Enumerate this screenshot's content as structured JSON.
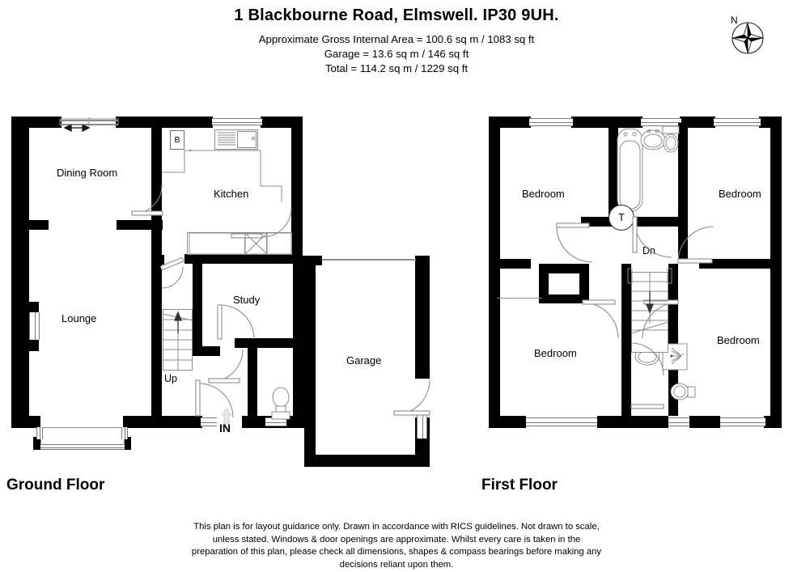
{
  "header": {
    "title": "1 Blackbourne Road, Elmswell. IP30 9UH.",
    "area_line_1": "Approximate Gross Internal Area = 100.6 sq m / 1083 sq ft",
    "area_line_2": "Garage = 13.6 sq m / 146 sq ft",
    "area_line_3": "Total = 114.2 sq m / 1229 sq ft"
  },
  "compass": {
    "north_label": "N",
    "icon": "compass-rose-icon"
  },
  "floors": [
    {
      "id": "ground",
      "caption": "Ground Floor",
      "rooms": [
        {
          "name": "Dining Room",
          "label": "Dining Room"
        },
        {
          "name": "Kitchen",
          "label": "Kitchen"
        },
        {
          "name": "Lounge",
          "label": "Lounge"
        },
        {
          "name": "Study",
          "label": "Study"
        },
        {
          "name": "Garage",
          "label": "Garage"
        }
      ],
      "annotations": [
        {
          "name": "stairs-direction",
          "label": "Up"
        },
        {
          "name": "entrance",
          "label": "IN"
        },
        {
          "name": "boiler-cupboard",
          "label": "B"
        }
      ]
    },
    {
      "id": "first",
      "caption": "First Floor",
      "rooms": [
        {
          "name": "Bedroom 1",
          "label": "Bedroom"
        },
        {
          "name": "Bedroom 2",
          "label": "Bedroom"
        },
        {
          "name": "Bedroom 3",
          "label": "Bedroom"
        },
        {
          "name": "Bedroom 4",
          "label": "Bedroom"
        }
      ],
      "annotations": [
        {
          "name": "stairs-direction",
          "label": "Dn"
        },
        {
          "name": "airing-cupboard",
          "label": "T"
        }
      ]
    }
  ],
  "labels": {
    "dining_room": "Dining Room",
    "kitchen": "Kitchen",
    "lounge": "Lounge",
    "study": "Study",
    "garage": "Garage",
    "up": "Up",
    "in": "IN",
    "boiler": "B",
    "tank": "T",
    "down": "Dn",
    "bedroom_1": "Bedroom",
    "bedroom_2": "Bedroom",
    "bedroom_3": "Bedroom",
    "bedroom_4": "Bedroom",
    "ground_floor": "Ground Floor",
    "first_floor": "First Floor"
  },
  "footer": {
    "line1": "This plan is for layout guidance only. Drawn in accordance with RICS guidelines. Not drawn to scale,",
    "line2": "unless stated. Windows & door openings are approximate. Whilst every care is taken in the",
    "line3": "preparation of this plan, please check all dimensions, shapes & compass bearings before making any",
    "line4": "decisions reliant upon them."
  },
  "colors": {
    "wall": "#000000",
    "fixture_outline": "#8c8c8c",
    "background": "#ffffff",
    "text": "#000000"
  }
}
